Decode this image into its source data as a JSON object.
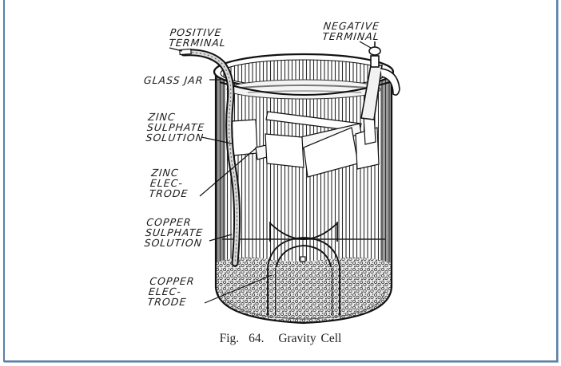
{
  "figure": {
    "caption_prefix": "Fig.",
    "caption_number": "64.",
    "caption_title": "Gravity Cell",
    "labels": {
      "positive_terminal": "POSITIVE\nTERMINAL",
      "negative_terminal": "NEGATIVE\nTERMINAL",
      "glass_jar": "GLASS JAR",
      "zinc_sulphate_solution": "ZINC\nSULPHATE\nSOLUTION",
      "zinc_electrode": "ZINC\nELEC-\nTRODE",
      "copper_sulphate_solution": "COPPER\nSULPHATE\nSOLUTION",
      "copper_electrode": "COPPER\nELEC-\nTRODE"
    },
    "colors": {
      "frame_border": "#5a7fa8",
      "ink": "#1a1a1a",
      "background": "#ffffff"
    }
  }
}
